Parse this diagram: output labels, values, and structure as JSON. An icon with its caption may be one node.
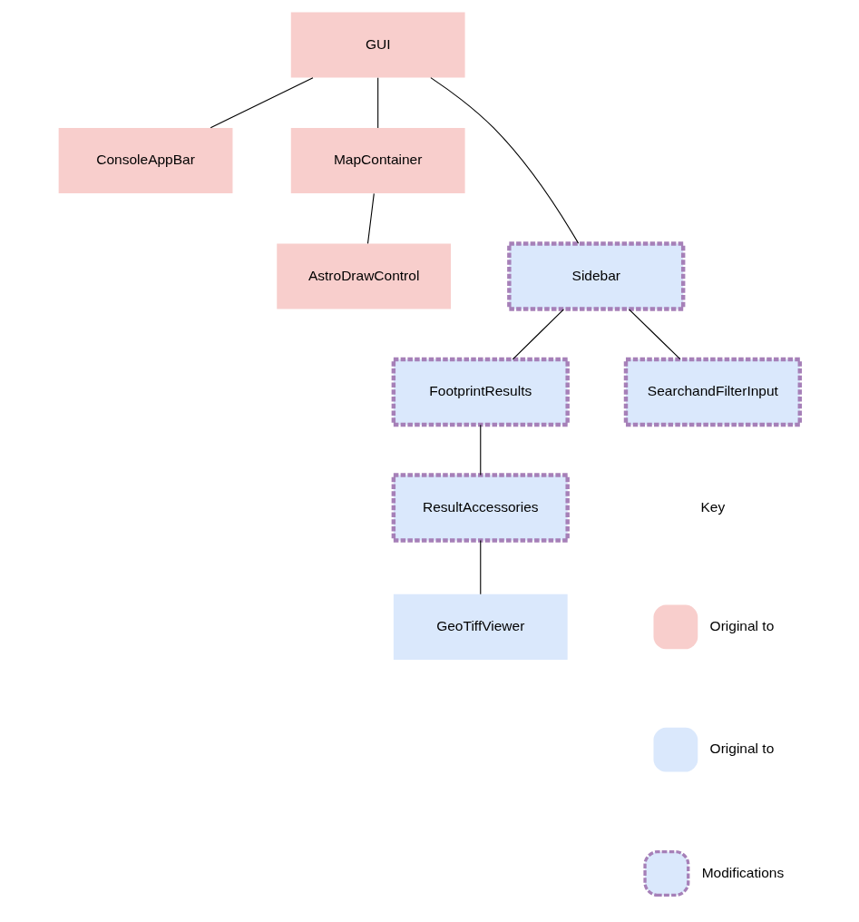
{
  "diagram": {
    "nodes": [
      {
        "text": [
          "GUI"
        ]
      },
      {
        "text": [
          "ConsoleAppBar"
        ]
      },
      {
        "text": [
          "MapContainer"
        ]
      },
      {
        "text": [
          "Sidebar"
        ]
      },
      {
        "text": [
          "AstroDrawControl"
        ]
      },
      {
        "text": [
          "FootprintResults"
        ]
      },
      {
        "text": [
          "SearchandFilterInput"
        ]
      },
      {
        "text": [
          "ResultAccessories"
        ]
      },
      {
        "text": [
          "GeoTiffViewer"
        ]
      }
    ],
    "edges": [
      {
        "from": 0,
        "to": 1,
        "arrow": "none"
      },
      {
        "from": 0,
        "to": 3,
        "arrow": "none"
      },
      {
        "from": 0,
        "to": 2,
        "arrow": "none"
      },
      {
        "from": 2,
        "to": 4,
        "arrow": "none"
      },
      {
        "from": 3,
        "to": 5,
        "arrow": "none"
      },
      {
        "from": 3,
        "to": 6,
        "arrow": "none"
      },
      {
        "from": 5,
        "to": 7,
        "arrow": "none"
      },
      {
        "from": 7,
        "to": 8,
        "arrow": "none"
      }
    ],
    "labels": [
      "Key"
    ],
    "legend": [
      {
        "text": "Original to",
        "color": "#f8cecc"
      },
      {
        "text": "Original to",
        "color": "#dae8fc"
      },
      {
        "text": "Modifications"
      }
    ]
  }
}
